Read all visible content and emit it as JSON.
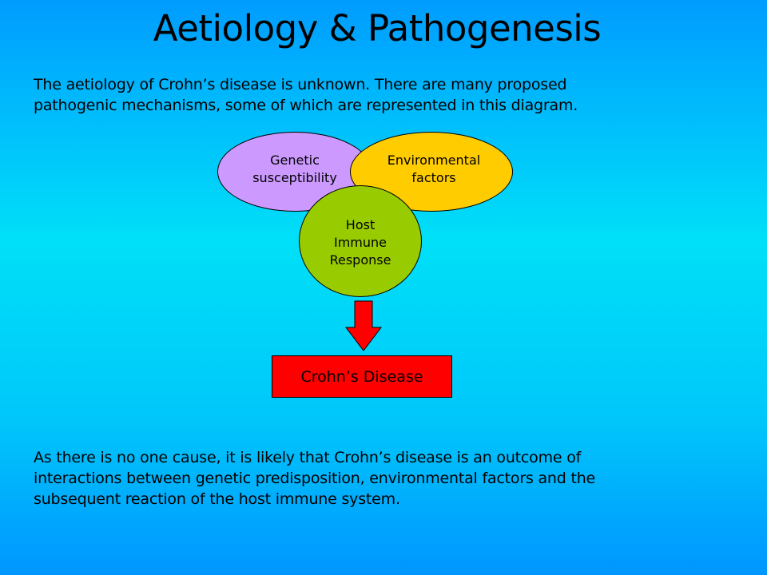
{
  "title": "Aetiology & Pathogenesis",
  "intro_lines": [
    "The aetiology of Crohn’s disease is unknown.  There are many proposed",
    "pathogenic mechanisms, some of which are represented in this diagram."
  ],
  "diagram": {
    "genetic_lines": [
      "Genetic",
      "susceptibility"
    ],
    "environmental_lines": [
      "Environmental",
      "factors"
    ],
    "host_lines": [
      "Host",
      "Immune",
      "Response"
    ],
    "outcome": "Crohn’s Disease",
    "colors": {
      "genetic": "#cc99ff",
      "environmental": "#ffcc00",
      "host": "#99cc00",
      "outcome": "#ff0000",
      "arrow": "#ff0000"
    }
  },
  "conclusion_lines": [
    "As there is no one cause, it is likely that Crohn’s disease is an outcome of",
    "interactions between genetic predisposition, environmental factors and the",
    "subsequent reaction of the host immune system."
  ]
}
